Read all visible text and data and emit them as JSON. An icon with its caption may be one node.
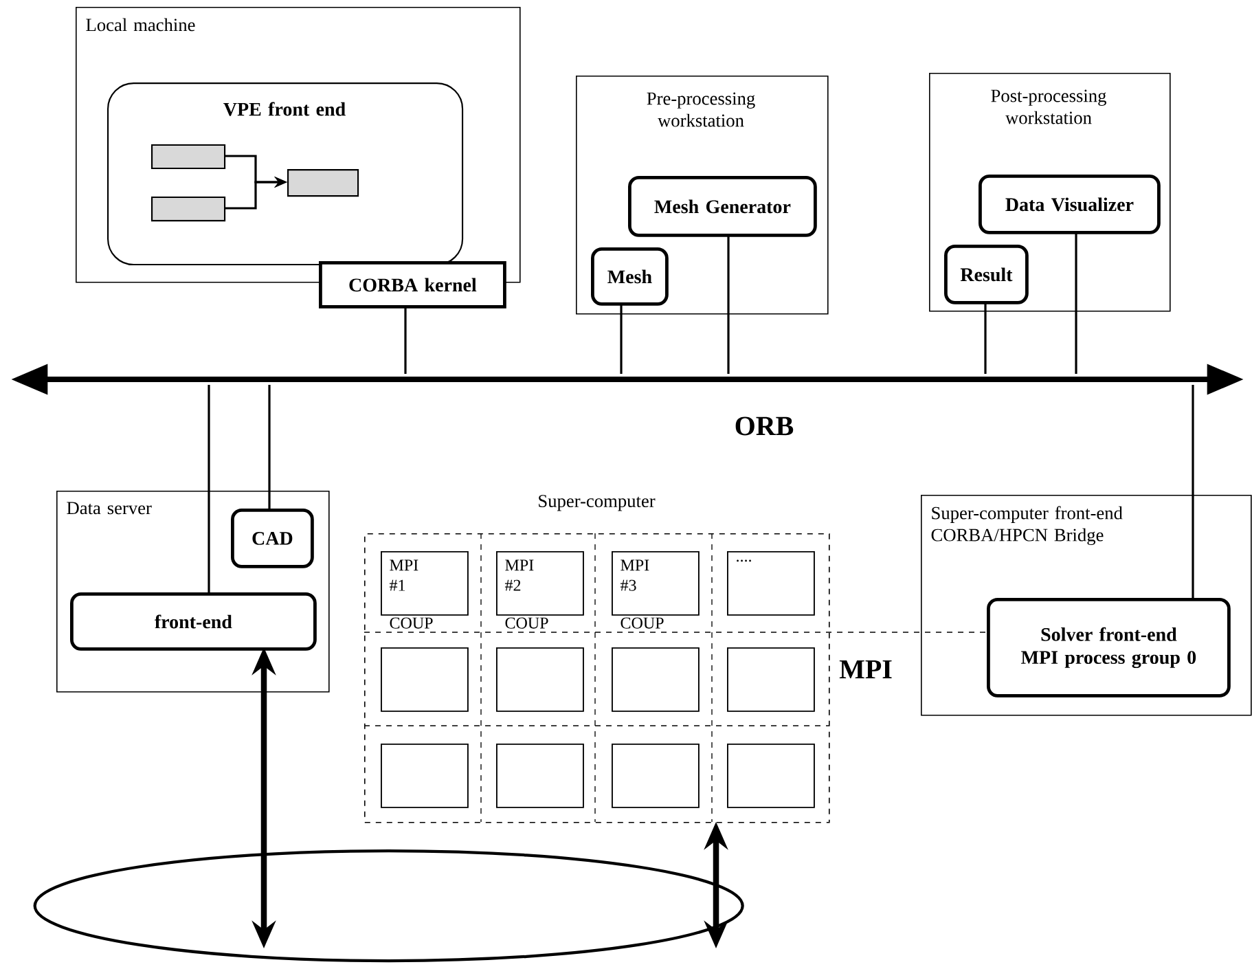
{
  "diagram": {
    "nodes": [
      {
        "text": [
          "Local machine"
        ]
      },
      {
        "text": [
          "VPE front end"
        ],
        "in": 0
      },
      {
        "text": [],
        "shape": "box",
        "in": 1
      },
      {
        "text": [],
        "shape": "box",
        "in": 1
      },
      {
        "text": [],
        "shape": "box",
        "in": 1
      },
      {
        "text": [
          "CORBA kernel"
        ]
      },
      {
        "text": [
          "Pre-processing workstation"
        ]
      },
      {
        "text": [
          "Mesh Generator"
        ],
        "in": 6
      },
      {
        "text": [
          "Mesh"
        ],
        "in": 6
      },
      {
        "text": [
          "Post-processing workstation"
        ]
      },
      {
        "text": [
          "Data Visualizer"
        ],
        "in": 9
      },
      {
        "text": [
          "Result"
        ],
        "in": 9
      },
      {
        "text": [
          "ORB"
        ]
      },
      {
        "text": [
          "Data server"
        ]
      },
      {
        "text": [
          "CAD"
        ],
        "in": 13
      },
      {
        "text": [
          "front-end"
        ],
        "in": 13
      },
      {
        "text": [
          "Super-computer"
        ]
      },
      {
        "text": [
          "MPI #1"
        ],
        "beside": [
          "COUP"
        ],
        "in": 16
      },
      {
        "text": [
          "MPI #2"
        ],
        "beside": [
          "COUP"
        ],
        "in": 16
      },
      {
        "text": [
          "MPI #3"
        ],
        "beside": [
          "COUP"
        ],
        "in": 16
      },
      {
        "text": [
          "...."
        ],
        "in": 16
      },
      {
        "text": [],
        "shape": "box",
        "in": 16
      },
      {
        "text": [],
        "shape": "box",
        "in": 16
      },
      {
        "text": [],
        "shape": "box",
        "in": 16
      },
      {
        "text": [],
        "shape": "box",
        "in": 16
      },
      {
        "text": [],
        "shape": "box",
        "in": 16
      },
      {
        "text": [],
        "shape": "box",
        "in": 16
      },
      {
        "text": [],
        "shape": "box",
        "in": 16
      },
      {
        "text": [],
        "shape": "box",
        "in": 16
      },
      {
        "text": [
          "Super-computer front-end CORBA/HPCN Bridge"
        ]
      },
      {
        "text": [
          "Solver front-end MPI process group 0"
        ],
        "in": 29
      },
      {
        "text": [],
        "shape": "ellipse"
      }
    ],
    "edges": [
      {
        "from": 5,
        "to": 12,
        "arrow": "none"
      },
      {
        "from": 8,
        "to": 12,
        "arrow": "none"
      },
      {
        "from": 7,
        "to": 12,
        "arrow": "none"
      },
      {
        "from": 11,
        "to": 12,
        "arrow": "none"
      },
      {
        "from": 10,
        "to": 12,
        "arrow": "none"
      },
      {
        "from": 15,
        "to": 12,
        "arrow": "none"
      },
      {
        "from": 14,
        "to": 12,
        "arrow": "none"
      },
      {
        "from": 30,
        "to": 12,
        "arrow": "none"
      },
      {
        "from": 2,
        "to": 4,
        "arrow": "to"
      },
      {
        "from": 3,
        "to": 4,
        "arrow": "to"
      },
      {
        "from": 15,
        "to": 31,
        "arrow": "both",
        "style": "thick"
      },
      {
        "from": 16,
        "to": 31,
        "arrow": "both",
        "style": "thick"
      },
      {
        "from": 16,
        "to": 30,
        "arrow": "none",
        "style": "dashed",
        "label": "MPI"
      }
    ]
  }
}
